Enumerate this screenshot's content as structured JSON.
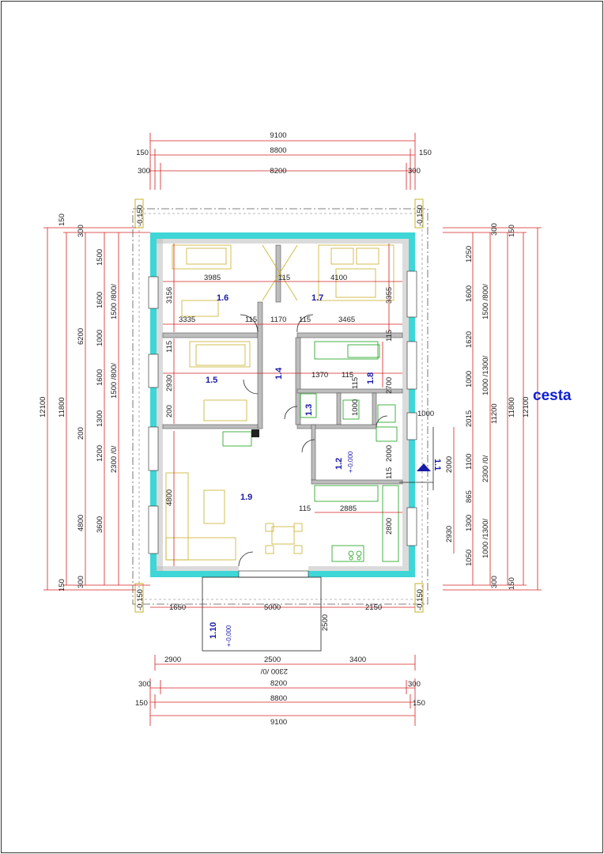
{
  "colors": {
    "wall": "#3ed6d6",
    "dimension": "#d42020",
    "furniture": "#c9b02a",
    "kitchen": "#18a018",
    "room_label": "#1a1aa8",
    "road_label": "#0d1fd6",
    "level_marker": "#c9b02a"
  },
  "dims": {
    "top1": "9100",
    "top2a": "150",
    "top2": "8800",
    "top2b": "150",
    "top3a": "300",
    "top3": "8200",
    "top3b": "300",
    "bot1a": "2900",
    "bot1": "2500",
    "bot1b": "3400",
    "bot1c": "2300 /0/",
    "bot2a": "300",
    "bot2": "8200",
    "bot2b": "300",
    "bot3a": "150",
    "bot3": "8800",
    "bot3b": "150",
    "bot4": "9100",
    "opens": [
      "1650",
      "5000",
      "2150",
      "2500"
    ],
    "left_outer": "12100",
    "left_mid": "11800",
    "left_b150a": "150",
    "left_b150b": "150",
    "left_inner": [
      "300",
      "1500",
      "1600",
      "1000",
      "1600",
      "1300",
      "1200",
      "4800",
      "300"
    ],
    "left_windows": [
      "1500 /800/",
      "1500 /800/",
      "2300 /0/"
    ],
    "left_inner2": [
      "6200",
      "200",
      "3600"
    ],
    "right_outer": "12100",
    "right_mid": "11800",
    "right_b150a": "150",
    "right_b150b": "150",
    "right_inner": [
      "300",
      "1250",
      "1600",
      "1620",
      "1000",
      "2015",
      "1100",
      "865",
      "1300",
      "1050",
      "300"
    ],
    "right_windows": [
      "1500 /800/",
      "1000 /1300/",
      "2300 /0/",
      "1000 /1300/"
    ],
    "right_11200": "11200",
    "right_2000": "2000",
    "right_2930": "2930",
    "right_1000": "1000",
    "inner": {
      "d3985": "3985",
      "d115a": "115",
      "d4100": "4100",
      "d3156": "3156",
      "d3355": "3355",
      "d3335": "3335",
      "d115b": "115",
      "d1170": "1170",
      "d115c": "115",
      "d3465": "3465",
      "d115d": "115",
      "d115e": "115",
      "d2930": "2930",
      "d1370": "1370",
      "d115f": "115",
      "d115g": "115",
      "d2700": "2700",
      "d1000": "1000",
      "d200": "200",
      "d2000": "2000",
      "d115h": "115",
      "d115i": "115",
      "d2885": "2885",
      "d2800": "2800",
      "d4800": "4800"
    },
    "levels": [
      "-0,150",
      "-0,150",
      "-0,150",
      "-0,150"
    ]
  },
  "rooms": {
    "r16": "1.6",
    "r17": "1.7",
    "r15": "1.5",
    "r14": "1.4",
    "r13": "1.3",
    "r18": "1.8",
    "r12": "1.2",
    "r12lvl": "+-0,000",
    "r19": "1.9",
    "r110": "1.10",
    "r110lvl": "+-0,000",
    "r11": "1.1"
  },
  "road": "cesta"
}
